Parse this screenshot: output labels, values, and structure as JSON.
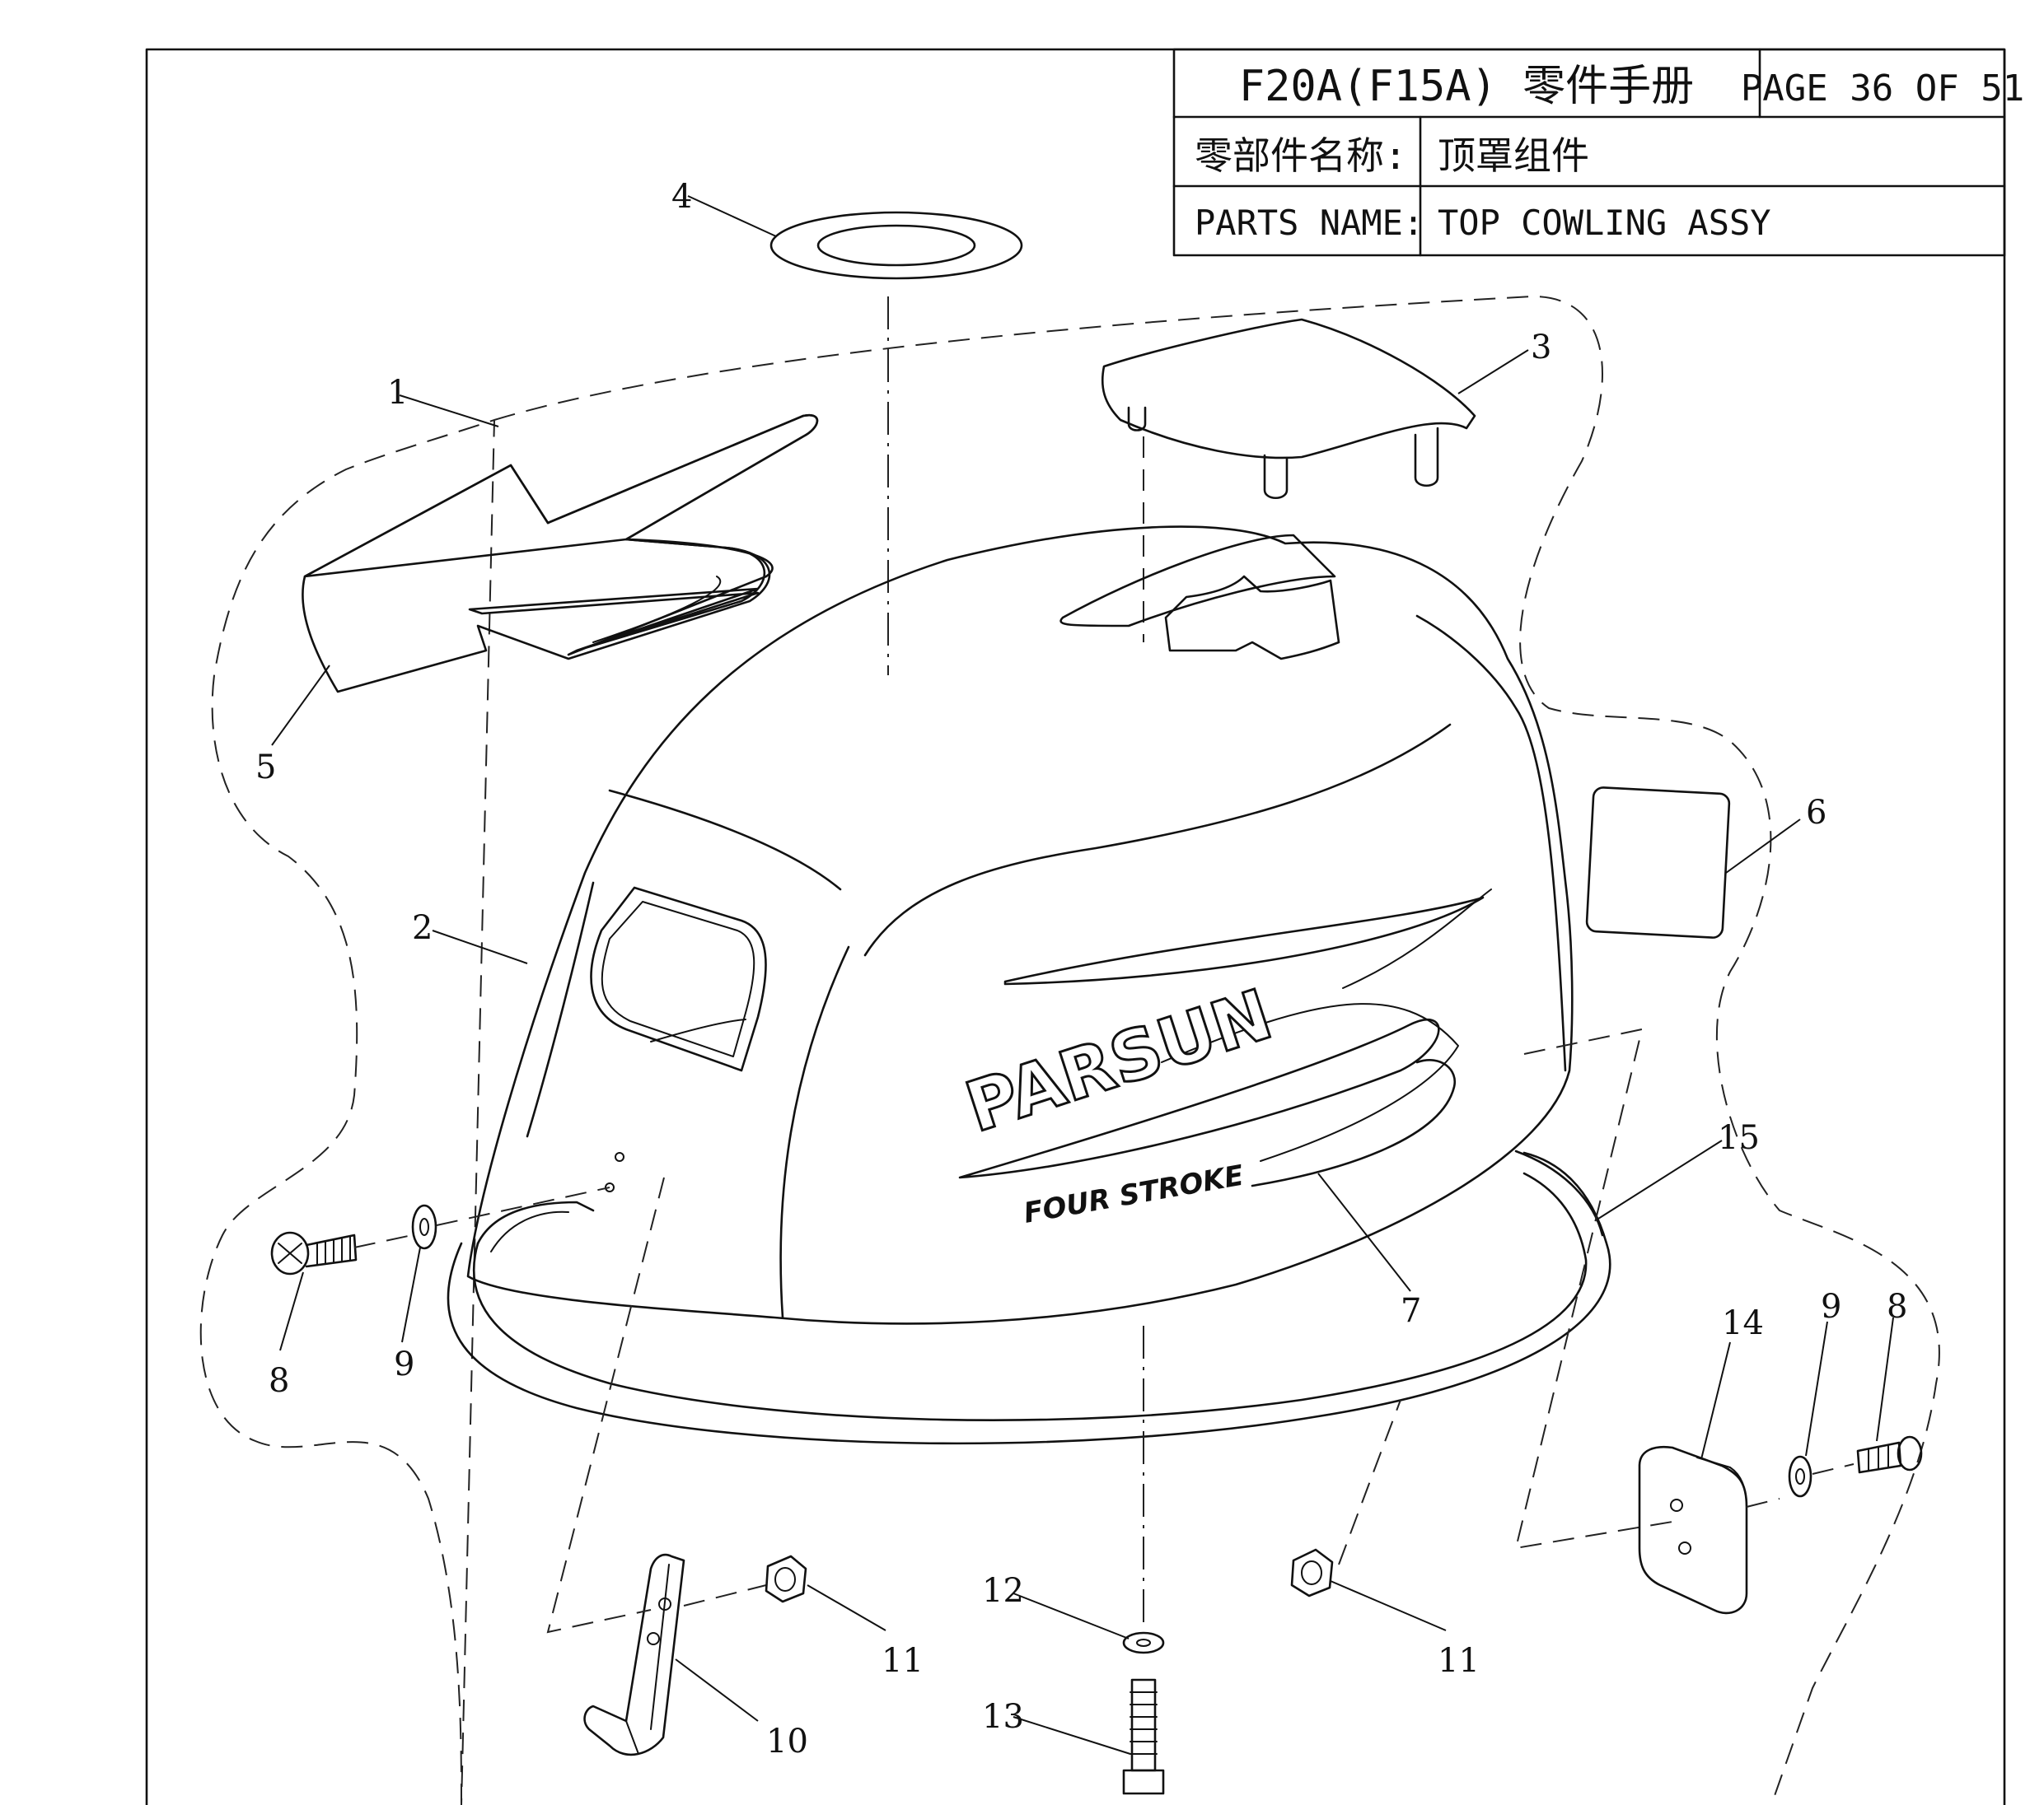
{
  "title_block": {
    "model_title": "F20A(F15A) 零件手册",
    "page": "PAGE 36 OF 51",
    "cn_label": "零部件名称:",
    "cn_value": "顶罩组件",
    "en_label": "PARTS NAME:",
    "en_value": "TOP COWLING ASSY"
  },
  "decals": {
    "brand": "PARSUN",
    "sub": "FOUR STROKE"
  },
  "callouts": [
    "1",
    "2",
    "3",
    "4",
    "5",
    "6",
    "7",
    "8",
    "9",
    "10",
    "11",
    "12",
    "13",
    "14",
    "9",
    "8",
    "11",
    "15"
  ]
}
